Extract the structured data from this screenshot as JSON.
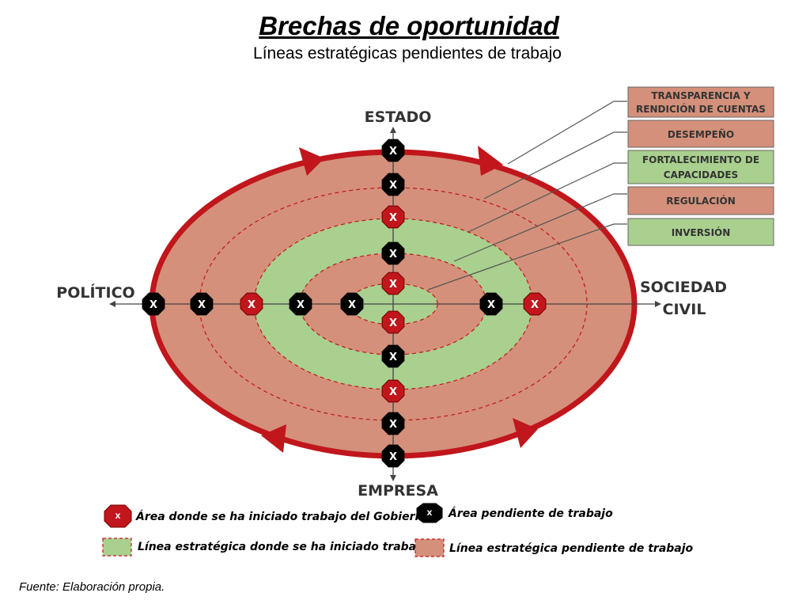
{
  "title": "Brechas de oportunidad",
  "subtitle": "Líneas estratégicas pendientes de trabajo",
  "axes": {
    "top": "ESTADO",
    "bottom": "EMPRESA",
    "left": "POLÍTICO",
    "right_line1": "SOCIEDAD",
    "right_line2": "CIVIL"
  },
  "rings": [
    {
      "line1": "TRANSPARENCIA Y",
      "line2": "RENDICIÓN DE CUENTAS",
      "status": "pending",
      "color": "#d4907a"
    },
    {
      "line1": "DESEMPEÑO",
      "line2": "",
      "status": "pending",
      "color": "#d4907a"
    },
    {
      "line1": "FORTALECIMIENTO DE",
      "line2": "CAPACIDADES",
      "status": "started",
      "color": "#a9d08e"
    },
    {
      "line1": "REGULACIÓN",
      "line2": "",
      "status": "pending",
      "color": "#d4907a"
    },
    {
      "line1": "INVERSIÓN",
      "line2": "",
      "status": "started",
      "color": "#a9d08e"
    }
  ],
  "marker_symbol": "X",
  "markers": {
    "vertical_top_to_bottom": [
      "pending",
      "pending",
      "started",
      "pending",
      "started",
      "started",
      "pending",
      "started",
      "pending",
      "pending"
    ],
    "horizontal_left_to_right": [
      "pending",
      "pending",
      "started",
      "pending",
      "pending",
      "pending",
      "started"
    ]
  },
  "legend": {
    "started_area": "Área donde se ha iniciado trabajo del Gobierno",
    "pending_area": "Área pendiente de trabajo",
    "started_line": "Línea estratégica donde se ha iniciado trabajo",
    "pending_line": "Línea estratégica pendiente de trabajo",
    "started_mark": "X",
    "pending_mark": "X"
  },
  "source": "Fuente: Elaboración propia.",
  "colors": {
    "pending_fill": "#d4907a",
    "started_fill": "#a9d08e",
    "outer_ring": "#c0161c",
    "started_marker": "#c0161c",
    "pending_marker": "#000000"
  }
}
